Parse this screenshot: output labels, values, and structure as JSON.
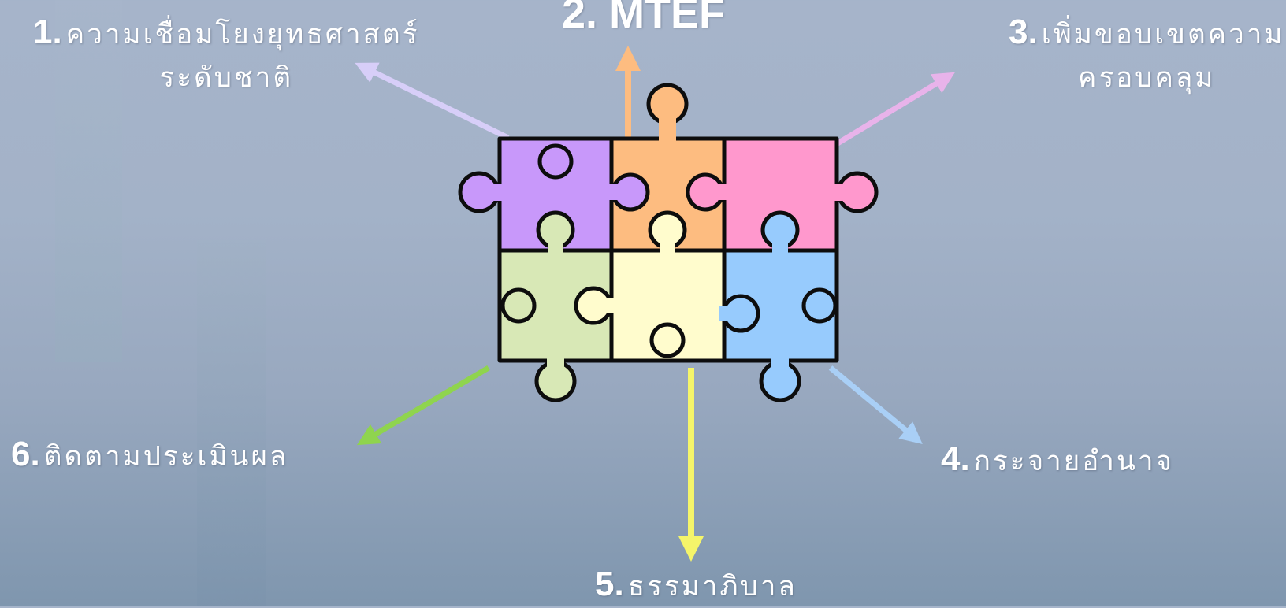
{
  "colors": {
    "purple": "#c898fa",
    "orange": "#fdbc80",
    "pink": "#ff98cd",
    "green": "#d8e8b6",
    "yellow": "#fffccd",
    "blue": "#97cbfd",
    "arrow_purple": "#d7cef8",
    "arrow_orange": "#fdbc80",
    "arrow_pink": "#e8b3ea",
    "arrow_green": "#8fd44e",
    "arrow_yellow": "#f5f56a",
    "arrow_blue": "#a9cff6"
  },
  "items": [
    {
      "num": "1.",
      "text": "ความเชื่อมโยงยุทธศาสตร์",
      "text2": "ระดับชาติ"
    },
    {
      "num": "2.",
      "text": "MTEF"
    },
    {
      "num": "3.",
      "text": "เพิ่มขอบเขตความ",
      "text2": "ครอบคลุม"
    },
    {
      "num": "4.",
      "text": "กระจายอำนาจ"
    },
    {
      "num": "5.",
      "text": "ธรรมาภิบาล"
    },
    {
      "num": "6.",
      "text": "ติดตามประเมินผล"
    }
  ]
}
